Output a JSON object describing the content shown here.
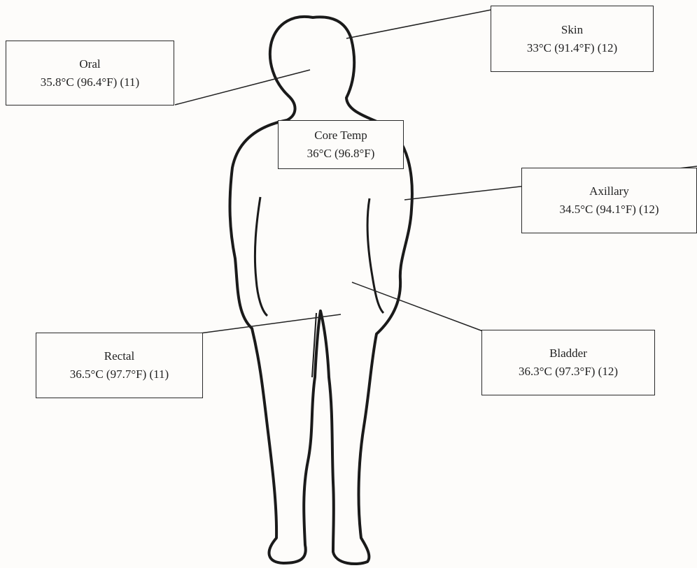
{
  "diagram": {
    "labels": {
      "skin": {
        "site": "Skin",
        "value": "33°C (91.4°F) (12)"
      },
      "oral": {
        "site": "Oral",
        "value": "35.8°C (96.4°F) (11)"
      },
      "core": {
        "site": "Core Temp",
        "value": "36°C (96.8°F)"
      },
      "axillary": {
        "site": "Axillary",
        "value": "34.5°C (94.1°F) (12)"
      },
      "rectal": {
        "site": "Rectal",
        "value": "36.5°C (97.7°F) (11)"
      },
      "bladder": {
        "site": "Bladder",
        "value": "36.3°C (97.3°F) (12)"
      }
    }
  }
}
